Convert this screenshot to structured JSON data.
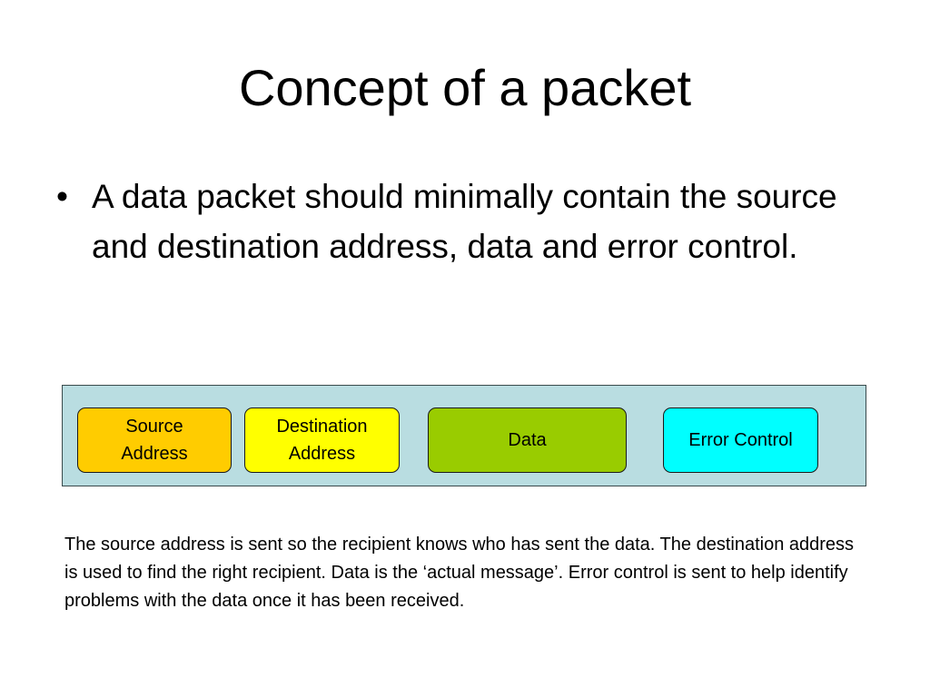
{
  "slide": {
    "title": "Concept of a packet",
    "bullets": [
      "A data packet should minimally contain the source and destination address, data and error control."
    ],
    "bullet_symbol": "•"
  },
  "packet": {
    "panel_color": "#b9dde1",
    "fields": [
      {
        "label": "Source\nAddress",
        "color": "#ffcc00"
      },
      {
        "label": "Destination\nAddress",
        "color": "#ffff00"
      },
      {
        "label": "Data",
        "color": "#99cc00"
      },
      {
        "label": "Error Control",
        "color": "#00ffff"
      }
    ]
  },
  "caption": "The source address is sent so the recipient knows who has sent the data. The destination address is used to find the right recipient. Data is the ‘actual message’. Error control is sent to help identify problems with the data once it has been received."
}
